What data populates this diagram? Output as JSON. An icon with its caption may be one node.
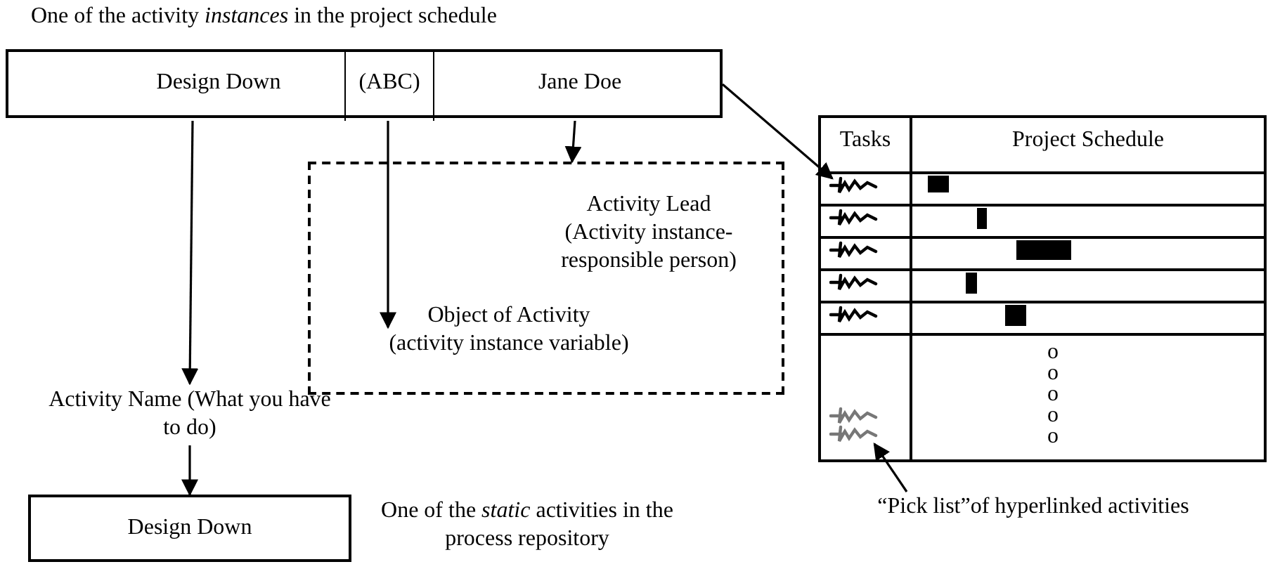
{
  "diagram": {
    "nodes": [
      {
        "text": [],
        "shape": "box",
        "beside": [
          "One of the activity *instances* in the project schedule"
        ]
      },
      {
        "text": [
          "Design Down"
        ],
        "in": 0
      },
      {
        "text": [
          "(ABC)"
        ],
        "in": 0
      },
      {
        "text": [
          "Jane Doe"
        ],
        "in": 0
      },
      {
        "text": [],
        "shape": "box"
      },
      {
        "text": [
          "Activity Lead (Activity instance-responsible person)"
        ],
        "in": 4
      },
      {
        "text": [
          "Object of Activity (activity instance variable)"
        ],
        "in": 4
      },
      {
        "text": [
          "Activity Name (What you have to do)"
        ]
      },
      {
        "text": [
          "Design Down"
        ],
        "beside": [
          "One of the *static* activities in the process repository"
        ]
      },
      {
        "text": [],
        "shape": "picture"
      },
      {
        "text": [],
        "shape": "picture"
      },
      {
        "text": [
          "“Pick list”of hyperlinked activities"
        ]
      }
    ],
    "edges": [
      {
        "from": 0,
        "to": 9,
        "arrow": "to"
      },
      {
        "from": 1,
        "to": 7,
        "arrow": "to"
      },
      {
        "from": 2,
        "to": 6,
        "arrow": "to"
      },
      {
        "from": 3,
        "to": 4,
        "arrow": "to"
      },
      {
        "from": 7,
        "to": 8,
        "arrow": "to"
      },
      {
        "from": 11,
        "to": 10,
        "arrow": "to"
      }
    ],
    "labels": [
      "Tasks",
      "Project Schedule",
      "o",
      "o",
      "o",
      "o",
      "o"
    ]
  }
}
